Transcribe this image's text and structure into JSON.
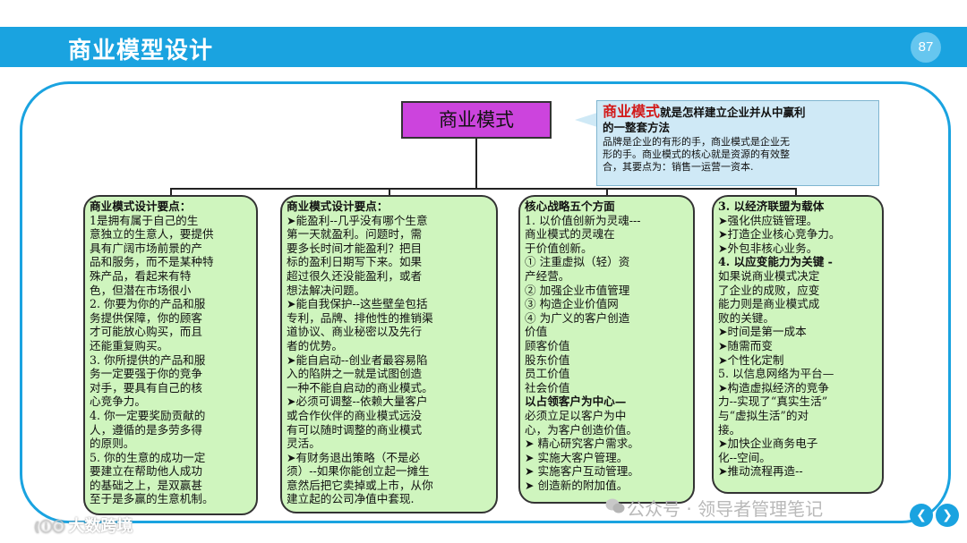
{
  "header": {
    "title": "商业模型设计",
    "page_number": "87"
  },
  "root_node": {
    "label": "商业模式"
  },
  "callout": {
    "highlight": "商业模式",
    "head_rest": "就是怎样建立企业并从中赢利",
    "head_line2": "的一整套方法",
    "body_lines": [
      "品牌是企业的有形的手，商业模式是企业无",
      "形的手。商业模式的核心就是资源的有效整",
      "合，其要点为：销售一运营一资本."
    ]
  },
  "columns": [
    {
      "lines": [
        {
          "t": "商业模式设计要点：",
          "b": true
        },
        {
          "t": "1是拥有属于自己的生"
        },
        {
          "t": "意独立的生意人，要提供"
        },
        {
          "t": "具有广阔市场前景的产"
        },
        {
          "t": "品和服务，而不是某种特"
        },
        {
          "t": "殊产品，看起来有特"
        },
        {
          "t": "色，但潜在市场很小"
        },
        {
          "t": "2. 你要为你的产品和服"
        },
        {
          "t": "务提供保障，你的顾客"
        },
        {
          "t": "才可能放心购买，而且"
        },
        {
          "t": "还能重复购买。"
        },
        {
          "t": "3. 你所提供的产品和服"
        },
        {
          "t": "务一定要强于你的竞争"
        },
        {
          "t": "对手，要具有自己的核"
        },
        {
          "t": "心竞争力。"
        },
        {
          "t": "4. 你一定要奖励贡献的"
        },
        {
          "t": "人，遵循的是多劳多得"
        },
        {
          "t": "的原则。"
        },
        {
          "t": "5. 你的生意的成功一定"
        },
        {
          "t": "要建立在帮助他人成功"
        },
        {
          "t": "的基础之上，是双赢甚"
        },
        {
          "t": "至于是多赢的生意机制。"
        }
      ]
    },
    {
      "lines": [
        {
          "t": "商业模式设计要点：",
          "b": true
        },
        {
          "t": "➤能盈利--几乎没有哪个生意"
        },
        {
          "t": "第一天就盈利。问题时，需"
        },
        {
          "t": "要多长时间才能盈利？把目"
        },
        {
          "t": "标的盈利日期写下来。如果"
        },
        {
          "t": "超过很久还没能盈利，或者"
        },
        {
          "t": "想法解决问题。"
        },
        {
          "t": "➤能自我保护--这些壁垒包括"
        },
        {
          "t": "专利，品牌、排他性的推销渠"
        },
        {
          "t": "道协议、商业秘密以及先行"
        },
        {
          "t": "者的优势。"
        },
        {
          "t": "➤能自启动--创业者最容易陷"
        },
        {
          "t": "入的陷阱之一就是试图创造"
        },
        {
          "t": "一种不能自启动的商业模式。"
        },
        {
          "t": "➤必须可调整--依赖大量客户"
        },
        {
          "t": "或合作伙伴的商业模式远没"
        },
        {
          "t": "有可以随时调整的商业模式"
        },
        {
          "t": "灵活。"
        },
        {
          "t": "➤有财务退出策略（不是必"
        },
        {
          "t": "须）--如果你能创立起一摊生"
        },
        {
          "t": "意然后把它卖掉或上市，从你"
        },
        {
          "t": "建立起的公司净值中套现."
        }
      ]
    },
    {
      "lines": [
        {
          "t": "核心战略五个方面",
          "b": true
        },
        {
          "t": "1. 以价值创新为灵魂---"
        },
        {
          "t": "    商业模式的灵魂在"
        },
        {
          "t": "    于价值创新。"
        },
        {
          "t": "①   注重虚拟（轻）资"
        },
        {
          "t": "    产经营。"
        },
        {
          "t": "②   加强企业市值管理"
        },
        {
          "t": "③   构造企业价值网"
        },
        {
          "t": "④   为广义的客户创造"
        },
        {
          "t": "    价值"
        },
        {
          "t": "顾客价值"
        },
        {
          "t": "股东价值"
        },
        {
          "t": "员工价值"
        },
        {
          "t": "社会价值"
        },
        {
          "t": "以占领客户为中心—",
          "b": true
        },
        {
          "t": "必须立足以客户为中"
        },
        {
          "t": "心，为客户创造价值。"
        },
        {
          "t": "➤   精心研究客户需求。"
        },
        {
          "t": "➤   实施大客户管理。"
        },
        {
          "t": "➤   实施客户互动管理。"
        },
        {
          "t": "➤   创造新的附加值。"
        }
      ]
    },
    {
      "lines": [
        {
          "t": "3. 以经济联盟为载体",
          "b": true
        },
        {
          "t": "➤强化供应链管理。"
        },
        {
          "t": "➤打造企业核心竞争力。"
        },
        {
          "t": "➤外包非核心业务。"
        },
        {
          "t": "4. 以应变能力为关键 -",
          "b": true
        },
        {
          "t": "如果说商业模式决定"
        },
        {
          "t": "了企业的成败，应变"
        },
        {
          "t": "能力则是商业模式成"
        },
        {
          "t": "败的关键。"
        },
        {
          "t": "➤时间是第一成本"
        },
        {
          "t": "➤随需而变"
        },
        {
          "t": "➤个性化定制"
        },
        {
          "t": "5. 以信息网络为平台—"
        },
        {
          "t": "➤构造虚拟经济的竞争"
        },
        {
          "t": "力--实现了“真实生活”"
        },
        {
          "t": "与“虚拟生活”的对"
        },
        {
          "t": "接。"
        },
        {
          "t": "➤加快企业商务电子"
        },
        {
          "t": "化--空间。"
        },
        {
          "t": "➤推动流程再造--"
        }
      ]
    }
  ],
  "watermarks": {
    "wechat": "公众号 · 领导者管理笔记",
    "brand": "大数跨境",
    "brand_logo": "(ⓘⓞ"
  },
  "nav": {
    "prev": "❮",
    "next": "❯"
  },
  "colors": {
    "accent": "#1aa3e0",
    "node": "#cc44dd",
    "box": "#cff5be",
    "callout": "#cfe9f6",
    "highlight": "#d21a1a"
  }
}
